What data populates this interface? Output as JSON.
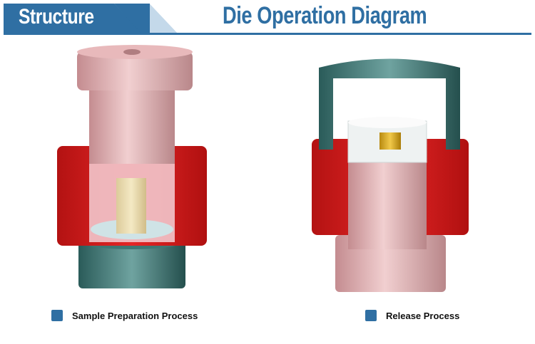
{
  "header": {
    "section": "Structure",
    "title": "Die Operation Diagram"
  },
  "legend": [
    {
      "label": "Sample Preparation Process"
    },
    {
      "label": "Release Process"
    }
  ],
  "colors": {
    "brand": "#2f6fa3",
    "red": "#d81c1c",
    "teal": "#2e6664",
    "pink": "#d9a3a6"
  }
}
